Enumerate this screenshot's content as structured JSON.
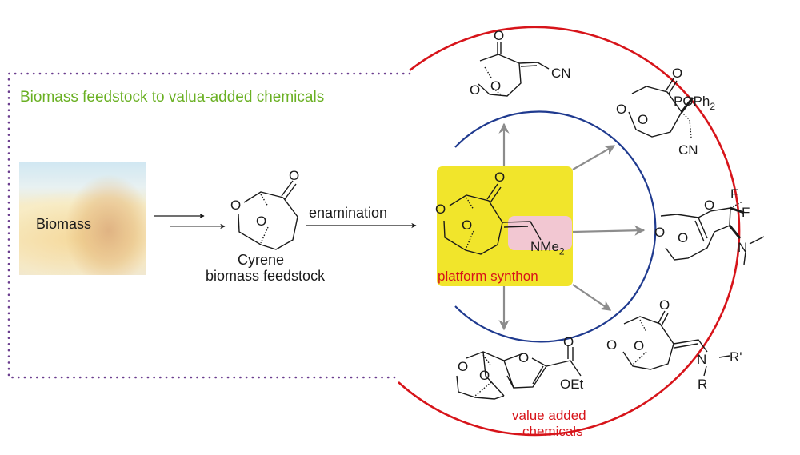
{
  "header": {
    "title": "Biomass feedstock to valua-added chemicals"
  },
  "source": {
    "biomass_label": "Biomass"
  },
  "feedstock": {
    "name": "Cyrene",
    "description": "biomass feedstock",
    "atoms": {
      "ring_O": "O",
      "bridge_O": "O",
      "carbonyl_O": "O"
    }
  },
  "reaction": {
    "label": "enamination"
  },
  "synthon": {
    "label": "platform synthon",
    "substituent": "NMe",
    "substituent_sub": "2",
    "atoms": {
      "ring_O": "O",
      "bridge_O": "O",
      "carbonyl_O": "O"
    }
  },
  "products_label": {
    "line1": "value added",
    "line2": "chemicals"
  },
  "products": [
    {
      "id": "cyano-methylene",
      "groups": [
        "CN"
      ],
      "atoms": [
        "O",
        "O",
        "O"
      ]
    },
    {
      "id": "phosphinoyl-nitrile",
      "groups": [
        "POPh",
        "2",
        "CN"
      ],
      "atoms": [
        "O",
        "O",
        "O"
      ]
    },
    {
      "id": "difluoro-furan-amine",
      "groups": [
        "F",
        "F",
        "N"
      ],
      "atoms": [
        "O",
        "O",
        "O"
      ]
    },
    {
      "id": "enaminone",
      "groups": [
        "N",
        "R'",
        "R"
      ],
      "atoms": [
        "O",
        "O",
        "O"
      ]
    },
    {
      "id": "furan-ester",
      "groups": [
        "OEt"
      ],
      "atoms": [
        "O",
        "O",
        "O",
        "O"
      ]
    }
  ],
  "colors": {
    "title_green": "#6ab023",
    "dotted_border": "#6b3d8f",
    "outer_circle": "#d7141a",
    "inner_circle": "#1f3a8f",
    "synthon_box": "#f1e52b",
    "highlight_pink": "#f2c7d2",
    "arrow_gray": "#8c8c8c",
    "label_red": "#d7141a"
  }
}
